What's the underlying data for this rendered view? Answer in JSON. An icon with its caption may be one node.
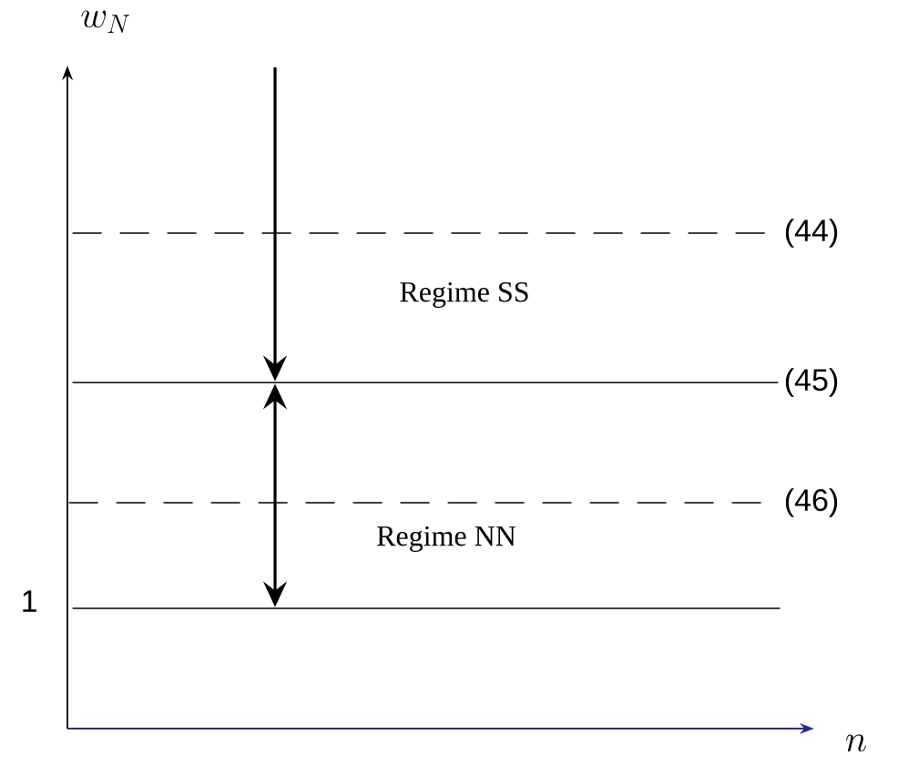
{
  "diagram": {
    "nodes": [
      {
        "text": [],
        "shape": "bar",
        "beside": [
          "(44)"
        ]
      },
      {
        "text": [],
        "shape": "bar",
        "beside": [
          "(45)"
        ]
      },
      {
        "text": [],
        "shape": "bar",
        "beside": [
          "(46)"
        ]
      },
      {
        "text": [],
        "shape": "bar",
        "beside": [
          "1"
        ]
      }
    ],
    "edges": [
      {
        "from": null,
        "to": 1,
        "arrow": "to"
      },
      {
        "from": 1,
        "to": 3,
        "arrow": "both"
      }
    ],
    "labels": [
      "w_N",
      "Regime SS",
      "Regime NN",
      "n"
    ]
  }
}
